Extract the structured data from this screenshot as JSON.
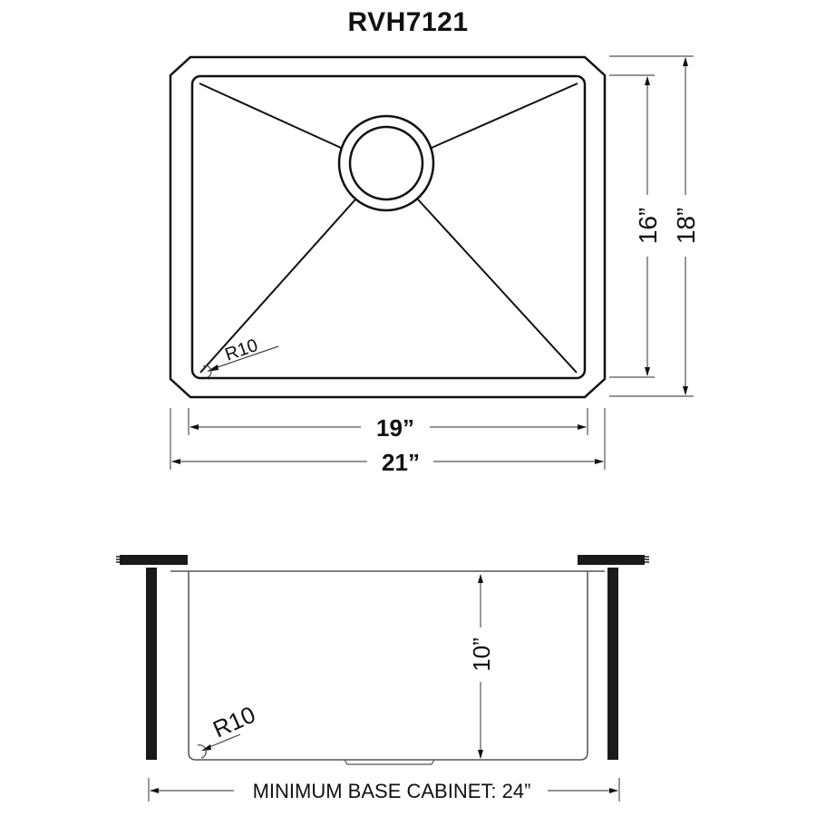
{
  "title": "RVH7121",
  "top_view": {
    "inner_width_label": "19”",
    "outer_width_label": "21”",
    "inner_depth_label": "16”",
    "outer_depth_label": "18”",
    "corner_radius_label": "R10"
  },
  "side_view": {
    "bowl_depth_label": "10”",
    "corner_radius_label": "R10",
    "cabinet_label": "MINIMUM BASE CABINET: 24”"
  },
  "colors": {
    "line": "#111111",
    "dim_line": "#555555",
    "background": "#ffffff"
  }
}
